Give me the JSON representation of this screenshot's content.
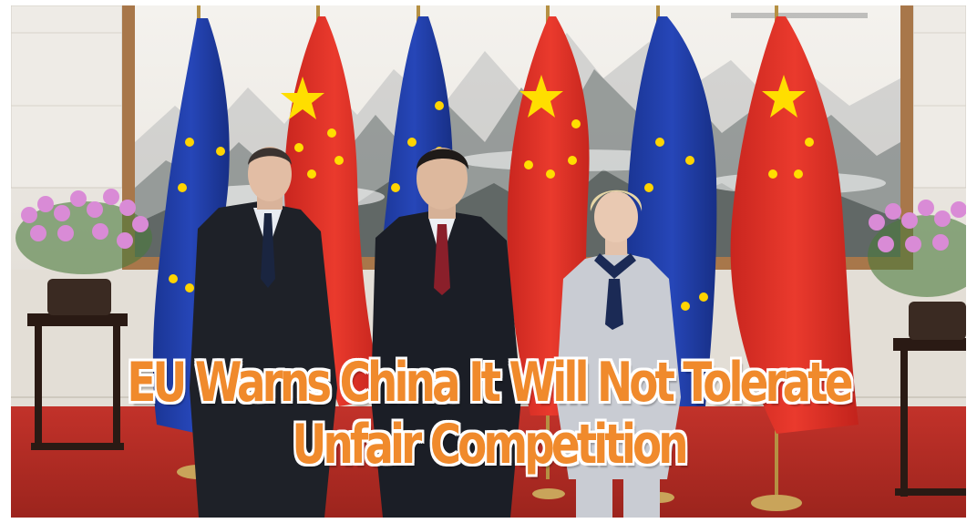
{
  "headline": {
    "line1": "EU Warns China It Will Not Tolerate",
    "line2": "Unfair Competition"
  },
  "colors": {
    "headline_fill": "#f08a2c",
    "headline_outline": "#ffffff",
    "eu_flag_blue": "#1f3fb0",
    "eu_star_yellow": "#ffd400",
    "china_flag_red": "#e5332a",
    "china_star_yellow": "#ffde00",
    "carpet_red": "#b52a22",
    "orchid_pink": "#d98bd6"
  },
  "scene": {
    "flags": [
      "eu-flag",
      "china-flag",
      "eu-flag",
      "china-flag",
      "eu-flag",
      "china-flag"
    ],
    "people_count": 3
  }
}
